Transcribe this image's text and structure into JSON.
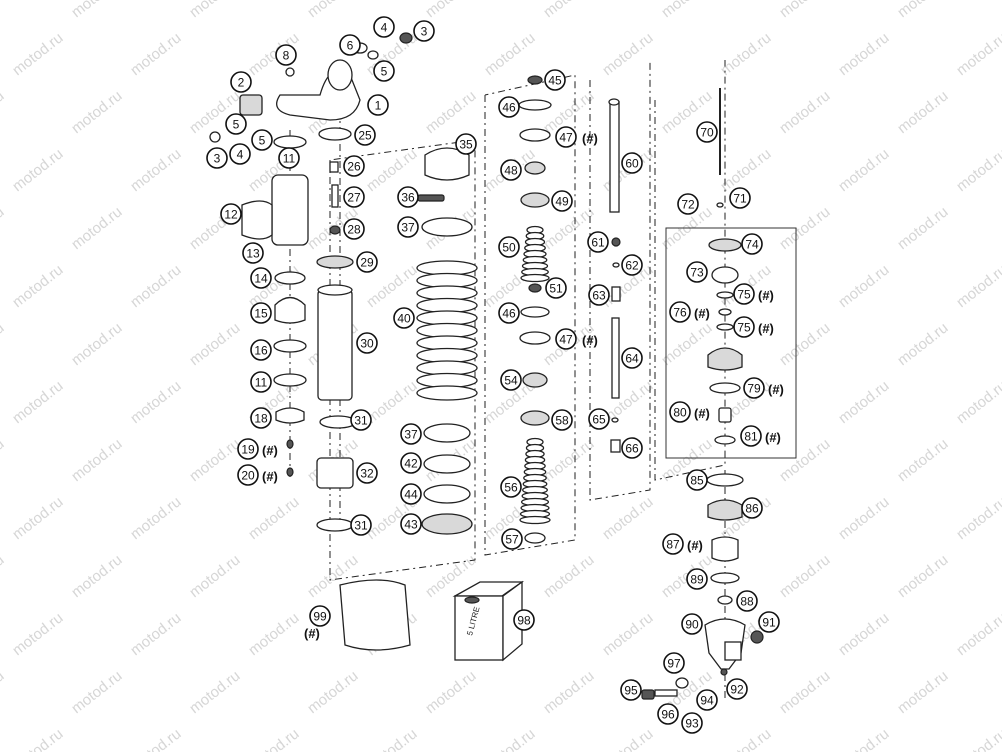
{
  "watermark_text": "motod.ru",
  "note_marker": "(#)",
  "bottle_label": "5 LITRE",
  "callouts": [
    "1",
    "2",
    "3",
    "4",
    "5",
    "6",
    "8",
    "11",
    "12",
    "13",
    "14",
    "15",
    "16",
    "18",
    "19",
    "20",
    "25",
    "26",
    "27",
    "28",
    "29",
    "30",
    "31",
    "32",
    "35",
    "36",
    "37",
    "40",
    "42",
    "43",
    "44",
    "45",
    "46",
    "47",
    "48",
    "49",
    "50",
    "51",
    "54",
    "56",
    "57",
    "58",
    "60",
    "61",
    "62",
    "63",
    "64",
    "65",
    "66",
    "70",
    "71",
    "72",
    "73",
    "74",
    "75",
    "76",
    "79",
    "80",
    "81",
    "85",
    "86",
    "87",
    "88",
    "89",
    "90",
    "91",
    "92",
    "93",
    "94",
    "95",
    "96",
    "97",
    "98",
    "99"
  ]
}
